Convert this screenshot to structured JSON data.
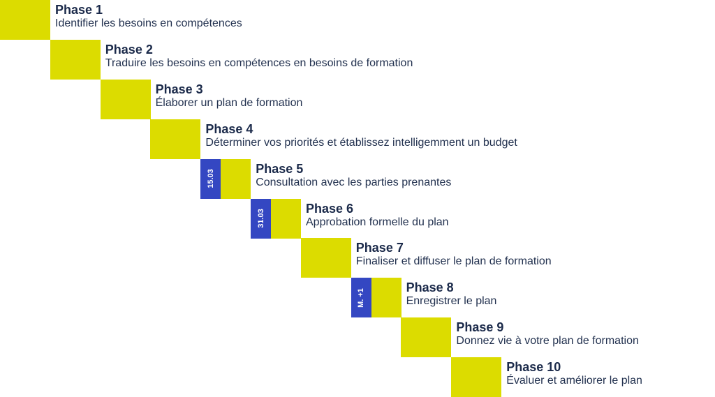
{
  "colors": {
    "yellow": "#dcdc00",
    "blue": "#3447c2",
    "navy": "#1b2a4a"
  },
  "phases": [
    {
      "title": "Phase 1",
      "desc": "Identifier les besoins en compétences",
      "tag": null
    },
    {
      "title": "Phase 2",
      "desc": "Traduire les besoins en compétences en besoins de formation",
      "tag": null
    },
    {
      "title": "Phase 3",
      "desc": "Élaborer un plan de formation",
      "tag": null
    },
    {
      "title": "Phase 4",
      "desc": "Déterminer vos priorités et établissez intelligemment un budget",
      "tag": null
    },
    {
      "title": "Phase 5",
      "desc": "Consultation avec les parties prenantes",
      "tag": "15.03"
    },
    {
      "title": "Phase 6",
      "desc": "Approbation formelle du plan",
      "tag": "31.03"
    },
    {
      "title": "Phase 7",
      "desc": "Finaliser et diffuser le plan de formation",
      "tag": null
    },
    {
      "title": "Phase 8",
      "desc": "Enregistrer le plan",
      "tag": "M. +1"
    },
    {
      "title": "Phase 9",
      "desc": "Donnez vie à votre plan de formation",
      "tag": null
    },
    {
      "title": "Phase 10",
      "desc": "Évaluer et améliorer le plan",
      "tag": null
    }
  ]
}
